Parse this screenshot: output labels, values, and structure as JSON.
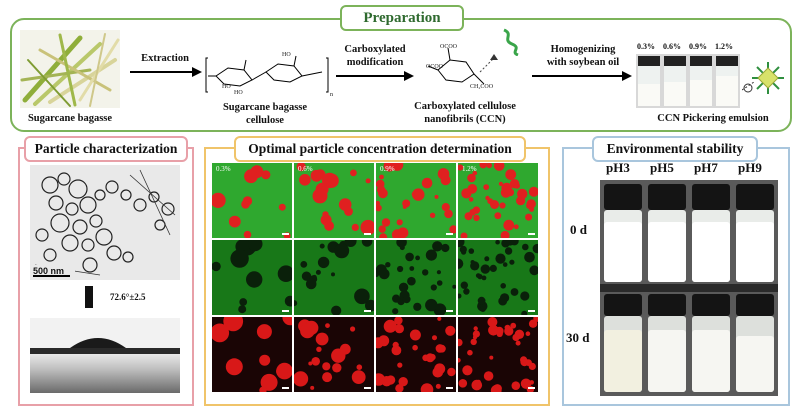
{
  "preparation": {
    "title": "Preparation",
    "raw_material": "Sugarcane bagasse",
    "step1": "Extraction",
    "cellulose": [
      "Sugarcane bagasse",
      "cellulose"
    ],
    "step2": [
      "Carboxylated",
      "modification"
    ],
    "ccn": [
      "Carboxylated cellulose",
      "nanofibrils (CCN)"
    ],
    "step3": [
      "Homogenizing",
      "with soybean oil"
    ],
    "concentrations": [
      "0.3%",
      "0.6%",
      "0.9%",
      "1.2%"
    ],
    "emulsion": "CCN Pickering emulsion",
    "structure_labels": {
      "oh1": "HO",
      "oh2": "HO",
      "oh3": "HO",
      "oh4": "HO",
      "coo1": "OCOO",
      "coo2": "OCOO",
      "coo3": "CH₂COO",
      "n": "n"
    }
  },
  "particle": {
    "title": "Particle characterization",
    "scale_bar": "500 nm",
    "contact_angle": "72.6°±2.5"
  },
  "optimal": {
    "title": "Optimal particle concentration determination",
    "concentrations": [
      "0.3%",
      "0.6%",
      "0.9%",
      "1.2%"
    ]
  },
  "environment": {
    "title": "Environmental stability",
    "ph_labels": [
      "pH3",
      "pH5",
      "pH7",
      "pH9"
    ],
    "days": [
      "0 d",
      "30 d"
    ]
  },
  "colors": {
    "green_frame": "#7cb35a",
    "pink_frame": "#e8a0a8",
    "orange_frame": "#f0c46a",
    "blue_frame": "#a9c6dd"
  }
}
